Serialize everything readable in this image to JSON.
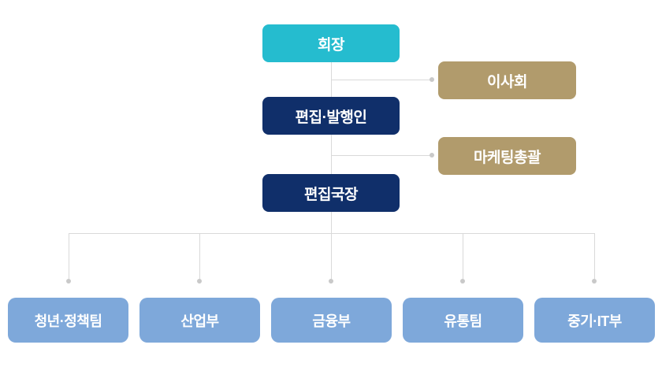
{
  "org": {
    "title": "organization-chart",
    "chairman": {
      "label": "회장"
    },
    "board": {
      "label": "이사회"
    },
    "publisher": {
      "label": "편집·발행인"
    },
    "marketing": {
      "label": "마케팅총괄"
    },
    "editor_chief": {
      "label": "편집국장"
    },
    "departments": [
      {
        "label": "청년·정책팀"
      },
      {
        "label": "산업부"
      },
      {
        "label": "금융부"
      },
      {
        "label": "유통팀"
      },
      {
        "label": "중기·IT부"
      }
    ],
    "colors": {
      "chairman_teal": "#25bccf",
      "executive_navy": "#102f6a",
      "advisory_gold": "#b19b6c",
      "department_blue": "#7ea8da",
      "connector_line": "#d9d9d9",
      "connector_dot": "#c9c9c9"
    }
  }
}
